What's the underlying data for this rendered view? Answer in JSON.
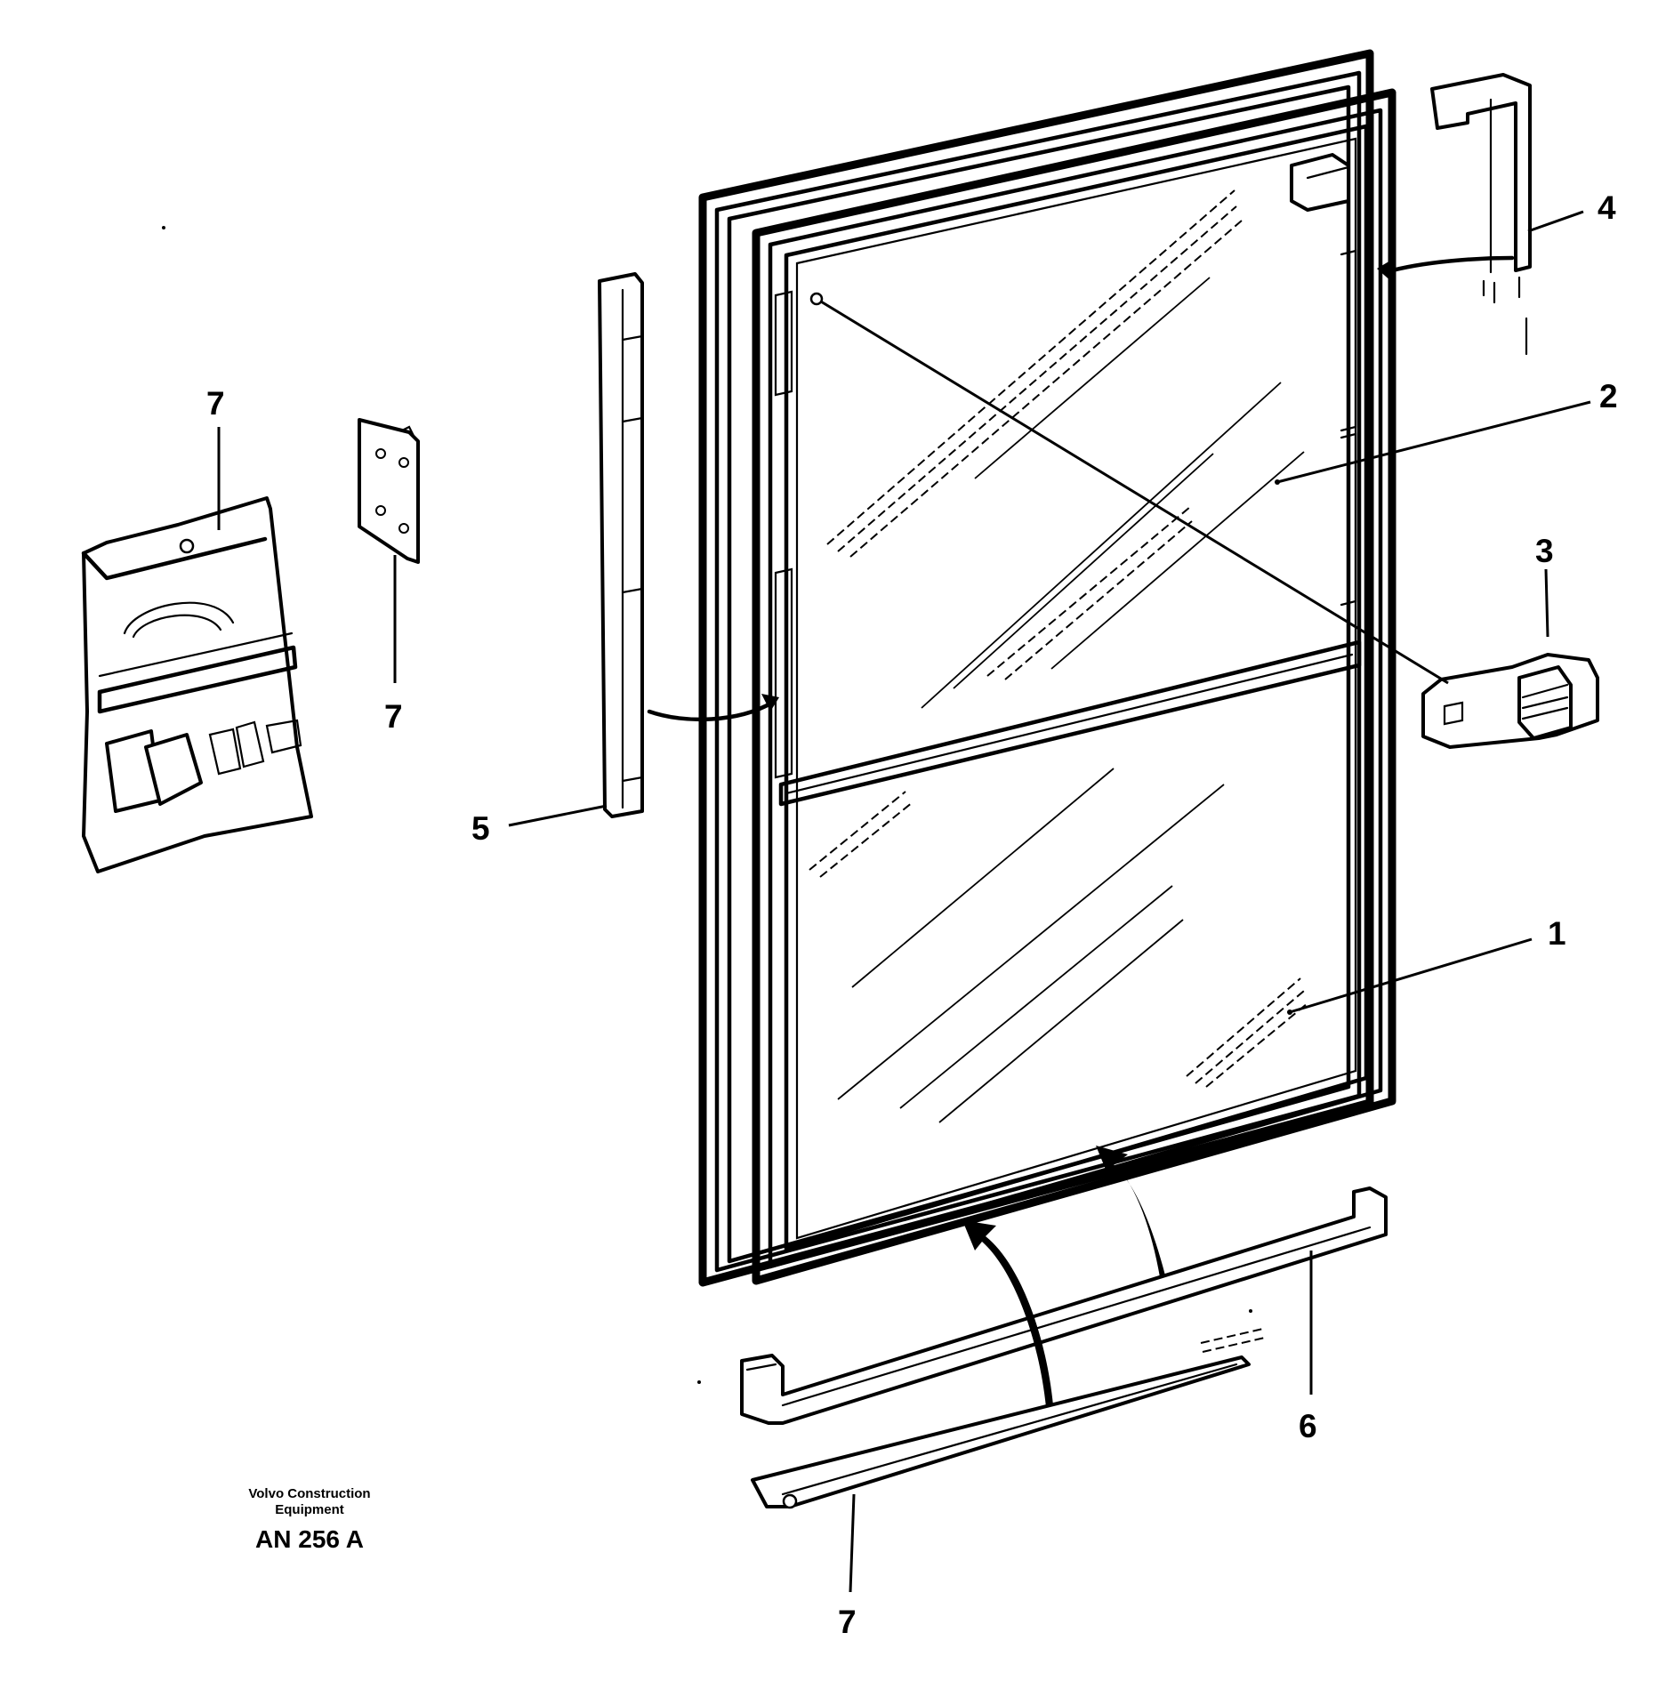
{
  "diagram": {
    "callouts": [
      {
        "id": "1",
        "label": "1"
      },
      {
        "id": "2",
        "label": "2"
      },
      {
        "id": "3",
        "label": "3"
      },
      {
        "id": "4",
        "label": "4"
      },
      {
        "id": "5",
        "label": "5"
      },
      {
        "id": "6",
        "label": "6"
      },
      {
        "id": "7a",
        "label": "7"
      },
      {
        "id": "7b",
        "label": "7"
      },
      {
        "id": "7c",
        "label": "7"
      }
    ],
    "credit": {
      "line1": "Volvo Construction",
      "line2": "Equipment",
      "code": "AN 256 A"
    }
  }
}
